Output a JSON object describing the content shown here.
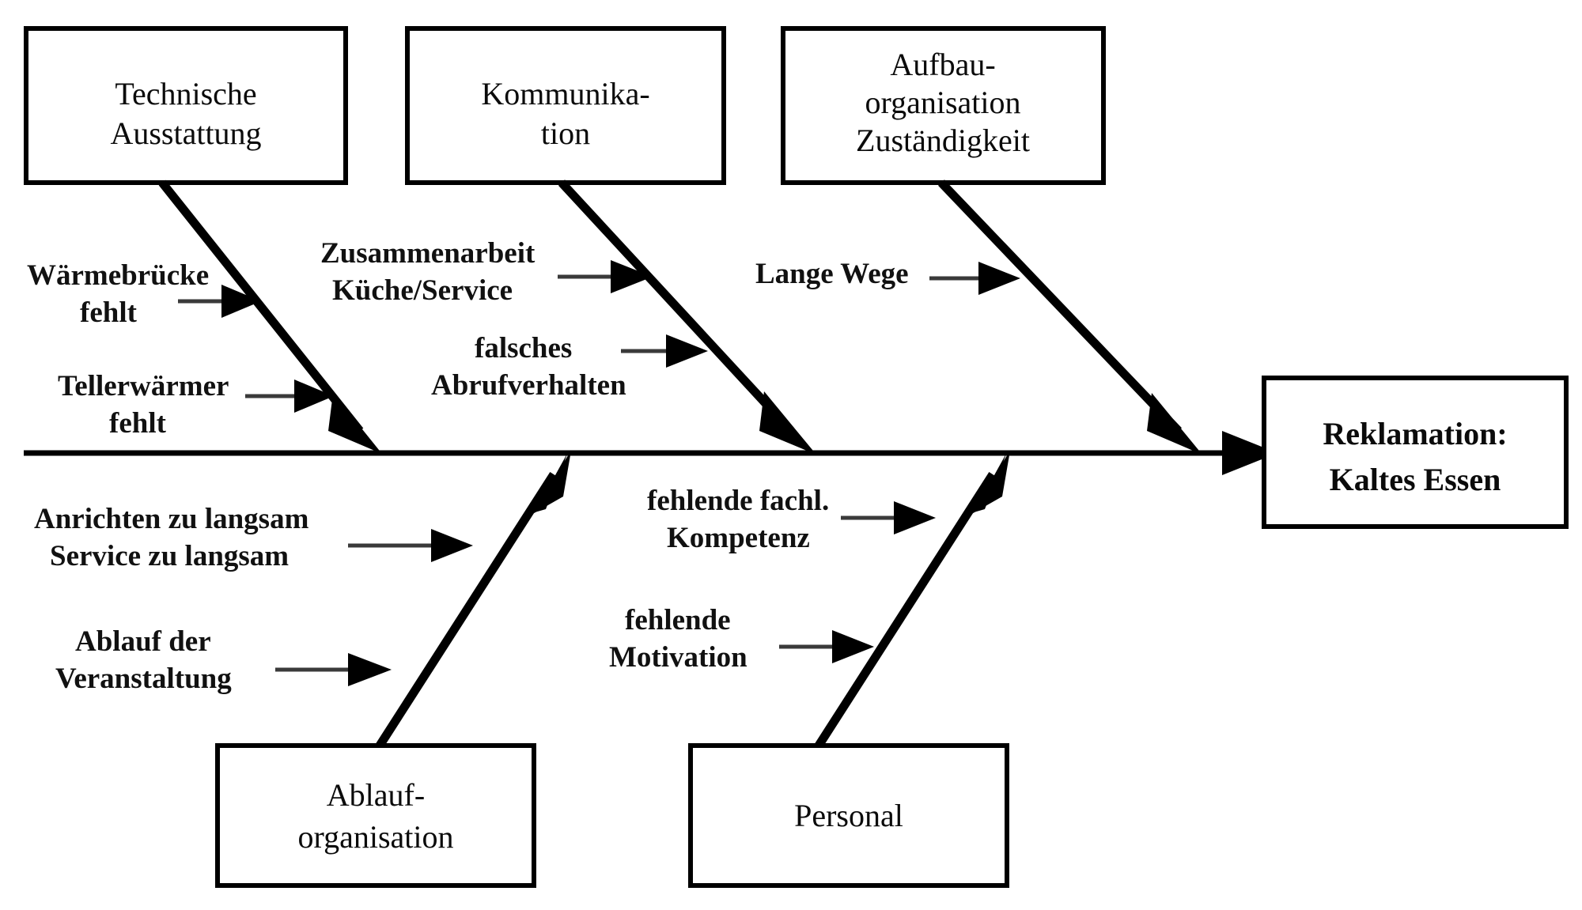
{
  "diagram": {
    "type": "ishikawa-fishbone",
    "title_text": "Reklamation: Kaltes Essen",
    "colors": {
      "line": "#000000",
      "text": "#111111",
      "background": "#ffffff",
      "twig": "#3a3a3a"
    },
    "effect": {
      "name": "effect-box",
      "line1": "Reklamation:",
      "line2": "Kaltes Essen"
    },
    "categories_top": [
      {
        "id": "technische-ausstattung",
        "line1": "Technische",
        "line2": "Ausstattung",
        "line3": ""
      },
      {
        "id": "kommunikation",
        "line1": "Kommunika-",
        "line2": "tion",
        "line3": ""
      },
      {
        "id": "aufbauorganisation",
        "line1": "Aufbau-",
        "line2": "organisation",
        "line3": "Zuständigkeit"
      }
    ],
    "categories_bottom": [
      {
        "id": "ablauforganisation",
        "line1": "Ablauf-",
        "line2": "organisation",
        "line3": ""
      },
      {
        "id": "personal",
        "line1": "Personal",
        "line2": "",
        "line3": ""
      }
    ],
    "causes": [
      {
        "id": "waermebruecke-fehlt",
        "parent": "technische-ausstattung",
        "line1": "Wärmebrücke",
        "line2": "fehlt"
      },
      {
        "id": "tellerwaermer-fehlt",
        "parent": "technische-ausstattung",
        "line1": "Tellerwärmer",
        "line2": "fehlt"
      },
      {
        "id": "zusammenarbeit-kueche-service",
        "parent": "kommunikation",
        "line1": "Zusammenarbeit",
        "line2": "Küche/Service"
      },
      {
        "id": "falsches-abrufverhalten",
        "parent": "kommunikation",
        "line1": "falsches",
        "line2": "Abrufverhalten"
      },
      {
        "id": "lange-wege",
        "parent": "aufbauorganisation",
        "line1": "Lange Wege",
        "line2": ""
      },
      {
        "id": "anrichten-service-zu-langsam",
        "parent": "ablauforganisation",
        "line1": "Anrichten zu langsam",
        "line2": "Service zu langsam"
      },
      {
        "id": "ablauf-der-veranstaltung",
        "parent": "ablauforganisation",
        "line1": "Ablauf der",
        "line2": "Veranstaltung"
      },
      {
        "id": "fehlende-fachl-kompetenz",
        "parent": "personal",
        "line1": "fehlende fachl.",
        "line2": "Kompetenz"
      },
      {
        "id": "fehlende-motivation",
        "parent": "personal",
        "line1": "fehlende",
        "line2": "Motivation"
      }
    ]
  }
}
